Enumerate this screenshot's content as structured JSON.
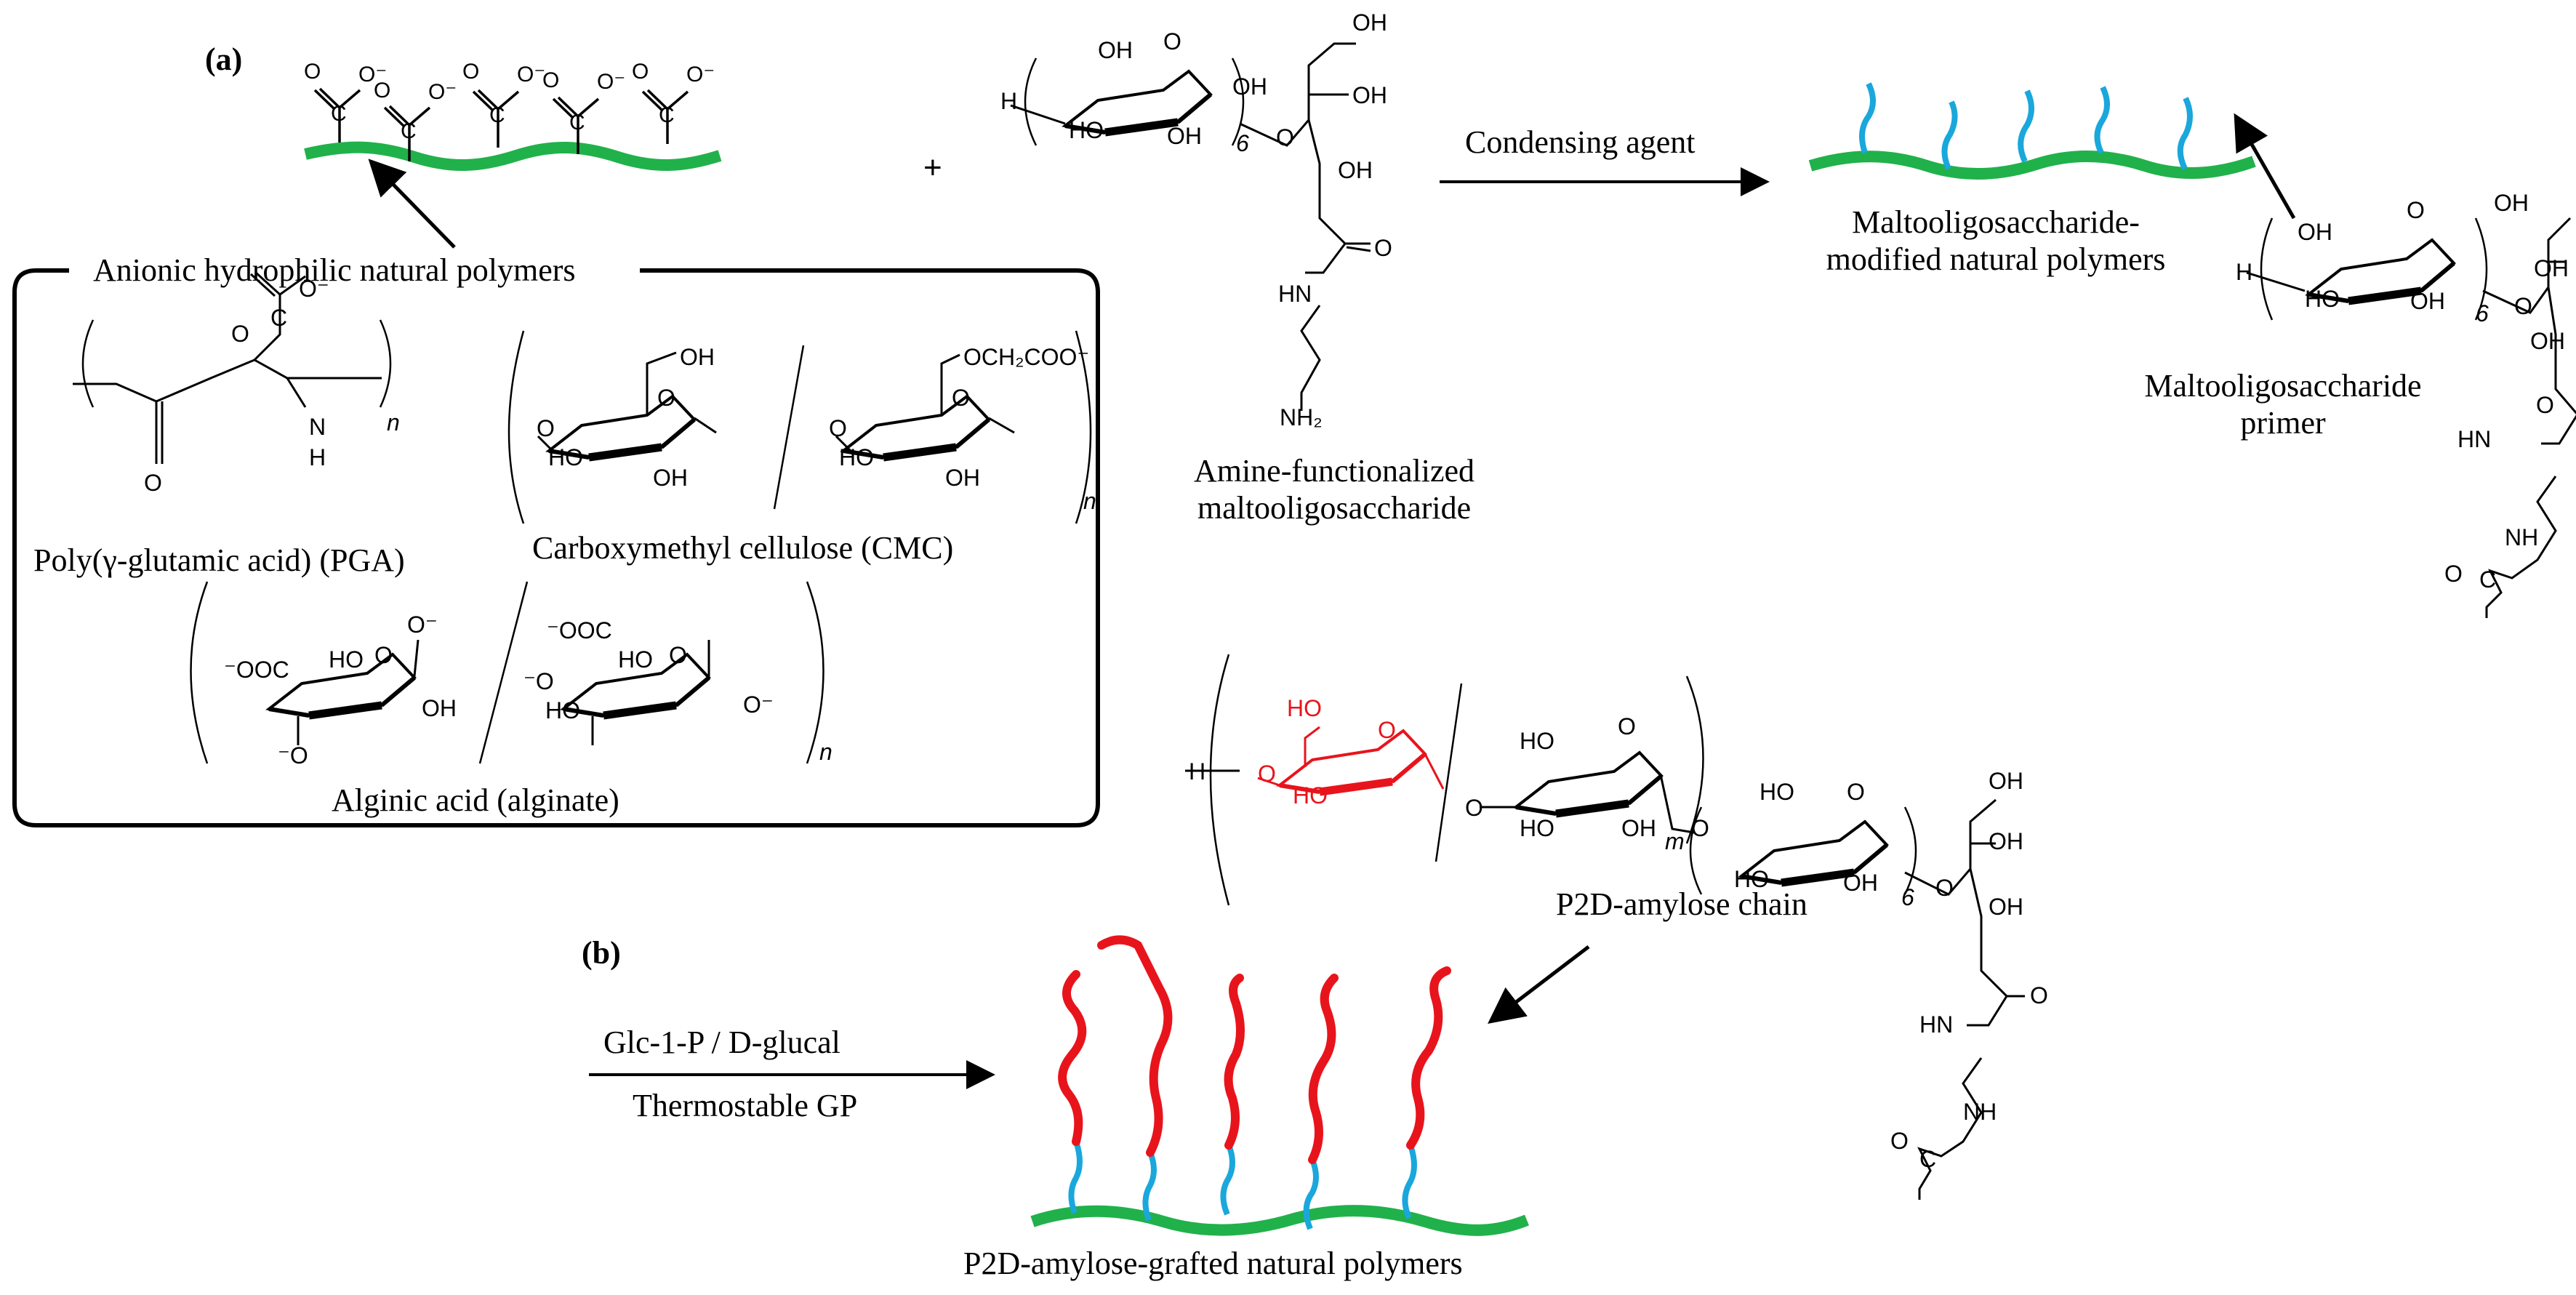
{
  "panels": {
    "a": "(a)",
    "b": "(b)"
  },
  "plus": "+",
  "labels": {
    "anionic": "Anionic hydrophilic natural polymers",
    "pga": "Poly(γ-glutamic acid) (PGA)",
    "cmc": "Carboxymethyl cellulose (CMC)",
    "alginate": "Alginic acid (alginate)",
    "amine_line1": "Amine-functionalized",
    "amine_line2": "maltooligosaccharide",
    "condensing": "Condensing agent",
    "modified_line1": "Maltooligosaccharide-",
    "modified_line2": "modified natural polymers",
    "primer_line1": "Maltooligosaccharide",
    "primer_line2": "primer",
    "p2d_chain": "P2D-amylose chain",
    "glc_prefix": "Glc-1-P / ",
    "glc_d": "D",
    "glc_suffix": "-glucal",
    "thermostable": "Thermostable GP",
    "grafted": "P2D-amylose-grafted natural polymers"
  },
  "chem": {
    "oh": "OH",
    "ho": "HO",
    "o": "O",
    "o_minus": "O⁻",
    "minus_o": "⁻O",
    "c": "C",
    "h": "H",
    "nh": "NH",
    "hn": "HN",
    "n_h": "N",
    "nh2": "NH₂",
    "ooc": "⁻OOC",
    "occh2coo": "OCH₂COO⁻",
    "neg": "−",
    "n": "n",
    "m": "m",
    "six": "6"
  },
  "colors": {
    "backbone": "#21b14b",
    "linker": "#1aa7dc",
    "amylose": "#e8141c",
    "red_sugar": "#e8141c",
    "ink": "#000000"
  }
}
